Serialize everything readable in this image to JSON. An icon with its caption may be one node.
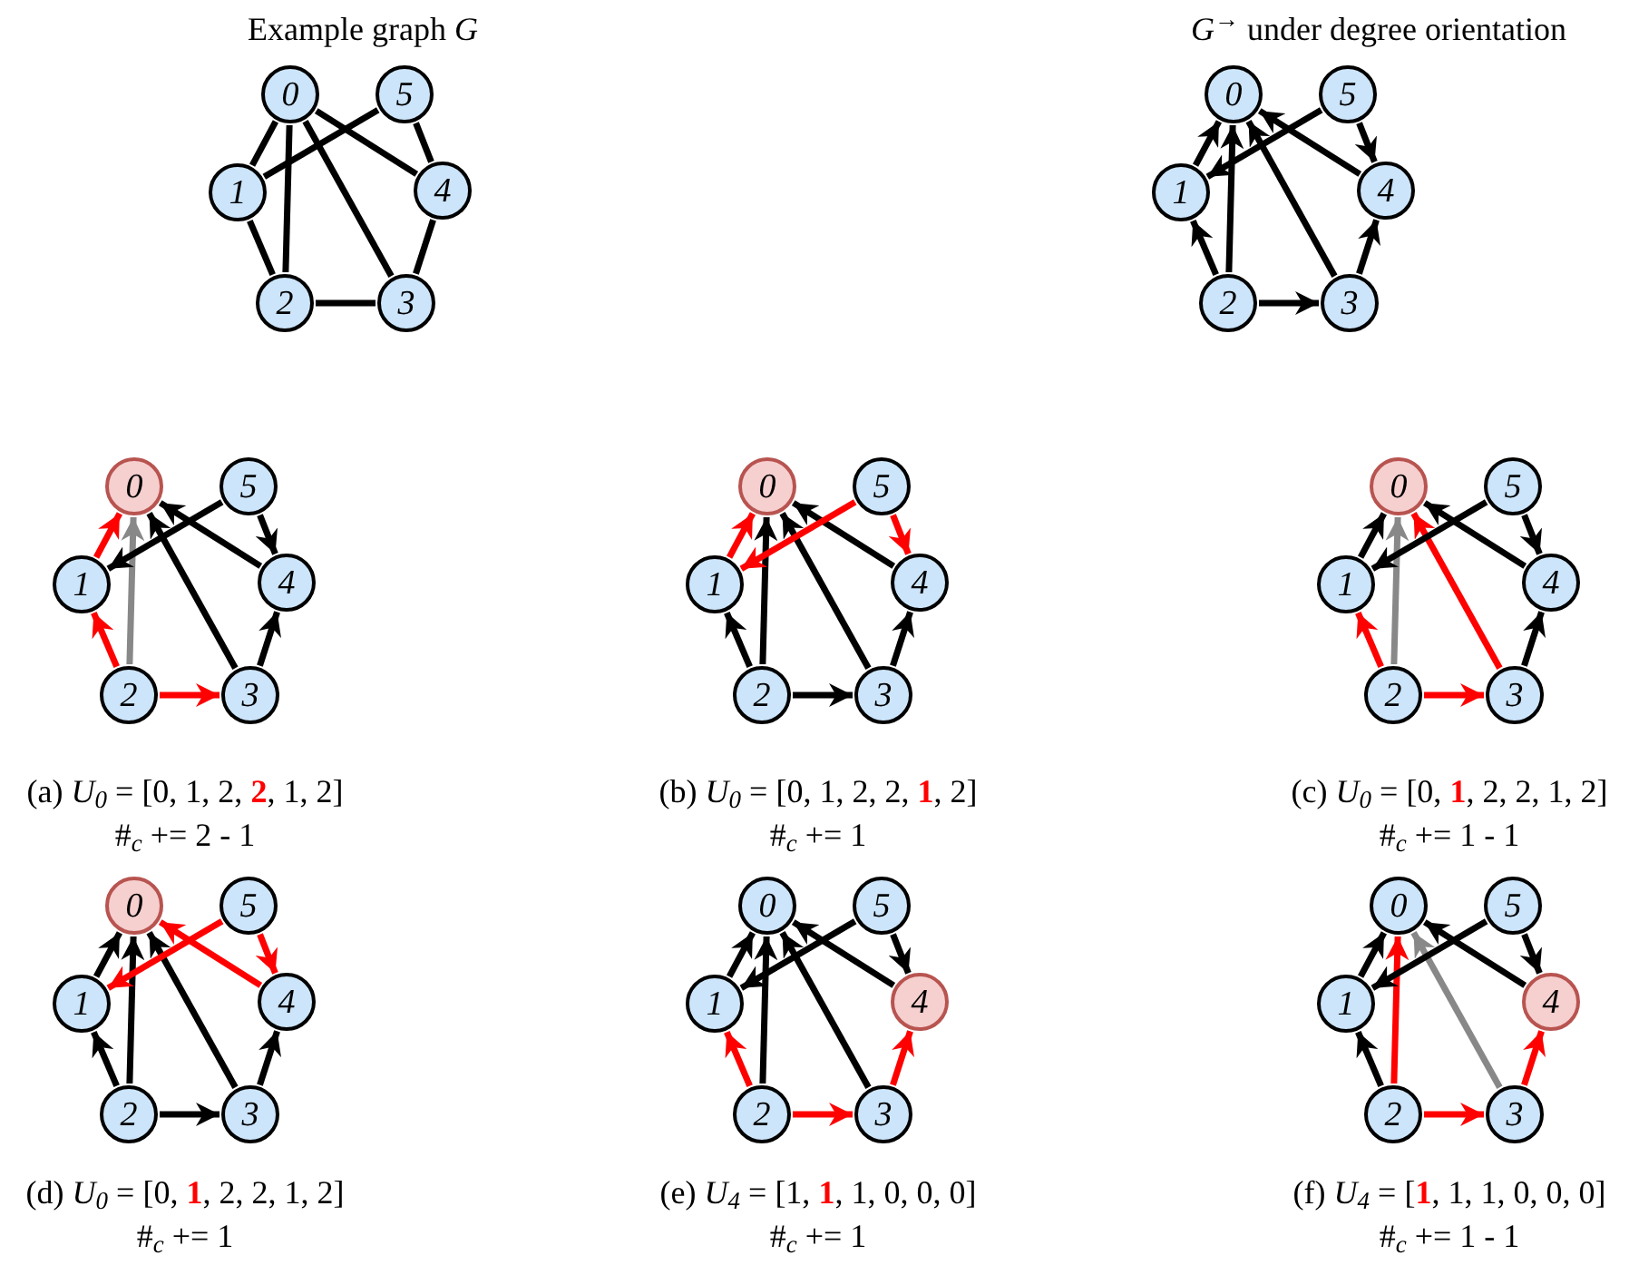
{
  "diagram": {
    "nodes": [
      {
        "text": [
          "0"
        ]
      },
      {
        "text": [
          "1"
        ]
      },
      {
        "text": [
          "2"
        ]
      },
      {
        "text": [
          "3"
        ]
      },
      {
        "text": [
          "4"
        ]
      },
      {
        "text": [
          "5"
        ]
      },
      {
        "text": [
          "0"
        ]
      },
      {
        "text": [
          "1"
        ]
      },
      {
        "text": [
          "2"
        ]
      },
      {
        "text": [
          "3"
        ]
      },
      {
        "text": [
          "4"
        ]
      },
      {
        "text": [
          "5"
        ]
      },
      {
        "text": [
          "0"
        ]
      },
      {
        "text": [
          "1"
        ]
      },
      {
        "text": [
          "2"
        ]
      },
      {
        "text": [
          "3"
        ]
      },
      {
        "text": [
          "4"
        ]
      },
      {
        "text": [
          "5"
        ]
      },
      {
        "text": [
          "0"
        ]
      },
      {
        "text": [
          "1"
        ]
      },
      {
        "text": [
          "2"
        ]
      },
      {
        "text": [
          "3"
        ]
      },
      {
        "text": [
          "4"
        ]
      },
      {
        "text": [
          "5"
        ]
      },
      {
        "text": [
          "0"
        ]
      },
      {
        "text": [
          "1"
        ]
      },
      {
        "text": [
          "2"
        ]
      },
      {
        "text": [
          "3"
        ]
      },
      {
        "text": [
          "4"
        ]
      },
      {
        "text": [
          "5"
        ]
      },
      {
        "text": [
          "0"
        ]
      },
      {
        "text": [
          "1"
        ]
      },
      {
        "text": [
          "2"
        ]
      },
      {
        "text": [
          "3"
        ]
      },
      {
        "text": [
          "4"
        ]
      },
      {
        "text": [
          "5"
        ]
      },
      {
        "text": [
          "0"
        ]
      },
      {
        "text": [
          "1"
        ]
      },
      {
        "text": [
          "2"
        ]
      },
      {
        "text": [
          "3"
        ]
      },
      {
        "text": [
          "4"
        ]
      },
      {
        "text": [
          "5"
        ]
      },
      {
        "text": [
          "0"
        ]
      },
      {
        "text": [
          "1"
        ]
      },
      {
        "text": [
          "2"
        ]
      },
      {
        "text": [
          "3"
        ]
      },
      {
        "text": [
          "4"
        ]
      },
      {
        "text": [
          "5"
        ]
      }
    ],
    "edges": [
      {
        "from": 0,
        "to": 1,
        "arrow": "none"
      },
      {
        "from": 0,
        "to": 2,
        "arrow": "none"
      },
      {
        "from": 0,
        "to": 3,
        "arrow": "none"
      },
      {
        "from": 0,
        "to": 4,
        "arrow": "none"
      },
      {
        "from": 1,
        "to": 5,
        "arrow": "none"
      },
      {
        "from": 1,
        "to": 2,
        "arrow": "none"
      },
      {
        "from": 2,
        "to": 3,
        "arrow": "none"
      },
      {
        "from": 3,
        "to": 4,
        "arrow": "none"
      },
      {
        "from": 4,
        "to": 5,
        "arrow": "none"
      },
      {
        "from": 7,
        "to": 6,
        "arrow": "to"
      },
      {
        "from": 8,
        "to": 6,
        "arrow": "to"
      },
      {
        "from": 9,
        "to": 6,
        "arrow": "to"
      },
      {
        "from": 10,
        "to": 6,
        "arrow": "to"
      },
      {
        "from": 11,
        "to": 7,
        "arrow": "to"
      },
      {
        "from": 8,
        "to": 7,
        "arrow": "to"
      },
      {
        "from": 8,
        "to": 9,
        "arrow": "to"
      },
      {
        "from": 9,
        "to": 10,
        "arrow": "to"
      },
      {
        "from": 11,
        "to": 10,
        "arrow": "to"
      },
      {
        "from": 13,
        "to": 12,
        "arrow": "to",
        "color": "#ff0000"
      },
      {
        "from": 14,
        "to": 12,
        "arrow": "to",
        "color": "#888888"
      },
      {
        "from": 15,
        "to": 12,
        "arrow": "to"
      },
      {
        "from": 16,
        "to": 12,
        "arrow": "to"
      },
      {
        "from": 17,
        "to": 13,
        "arrow": "to"
      },
      {
        "from": 14,
        "to": 13,
        "arrow": "to",
        "color": "#ff0000"
      },
      {
        "from": 14,
        "to": 15,
        "arrow": "to",
        "color": "#ff0000"
      },
      {
        "from": 15,
        "to": 16,
        "arrow": "to"
      },
      {
        "from": 17,
        "to": 16,
        "arrow": "to"
      },
      {
        "from": 19,
        "to": 18,
        "arrow": "to",
        "color": "#ff0000"
      },
      {
        "from": 20,
        "to": 18,
        "arrow": "to"
      },
      {
        "from": 21,
        "to": 18,
        "arrow": "to"
      },
      {
        "from": 22,
        "to": 18,
        "arrow": "to"
      },
      {
        "from": 23,
        "to": 19,
        "arrow": "to",
        "color": "#ff0000"
      },
      {
        "from": 20,
        "to": 19,
        "arrow": "to"
      },
      {
        "from": 20,
        "to": 21,
        "arrow": "to"
      },
      {
        "from": 21,
        "to": 22,
        "arrow": "to"
      },
      {
        "from": 23,
        "to": 22,
        "arrow": "to",
        "color": "#ff0000"
      },
      {
        "from": 25,
        "to": 24,
        "arrow": "to"
      },
      {
        "from": 26,
        "to": 24,
        "arrow": "to",
        "color": "#888888"
      },
      {
        "from": 27,
        "to": 24,
        "arrow": "to",
        "color": "#ff0000"
      },
      {
        "from": 28,
        "to": 24,
        "arrow": "to"
      },
      {
        "from": 29,
        "to": 25,
        "arrow": "to"
      },
      {
        "from": 26,
        "to": 25,
        "arrow": "to",
        "color": "#ff0000"
      },
      {
        "from": 26,
        "to": 27,
        "arrow": "to",
        "color": "#ff0000"
      },
      {
        "from": 27,
        "to": 28,
        "arrow": "to"
      },
      {
        "from": 29,
        "to": 28,
        "arrow": "to"
      },
      {
        "from": 31,
        "to": 30,
        "arrow": "to"
      },
      {
        "from": 32,
        "to": 30,
        "arrow": "to"
      },
      {
        "from": 33,
        "to": 30,
        "arrow": "to"
      },
      {
        "from": 34,
        "to": 30,
        "arrow": "to",
        "color": "#ff0000"
      },
      {
        "from": 35,
        "to": 31,
        "arrow": "to",
        "color": "#ff0000"
      },
      {
        "from": 32,
        "to": 31,
        "arrow": "to"
      },
      {
        "from": 32,
        "to": 33,
        "arrow": "to"
      },
      {
        "from": 33,
        "to": 34,
        "arrow": "to"
      },
      {
        "from": 35,
        "to": 34,
        "arrow": "to",
        "color": "#ff0000"
      },
      {
        "from": 37,
        "to": 36,
        "arrow": "to"
      },
      {
        "from": 38,
        "to": 36,
        "arrow": "to"
      },
      {
        "from": 39,
        "to": 36,
        "arrow": "to"
      },
      {
        "from": 40,
        "to": 36,
        "arrow": "to"
      },
      {
        "from": 41,
        "to": 37,
        "arrow": "to"
      },
      {
        "from": 38,
        "to": 37,
        "arrow": "to",
        "color": "#ff0000"
      },
      {
        "from": 38,
        "to": 39,
        "arrow": "to",
        "color": "#ff0000"
      },
      {
        "from": 39,
        "to": 40,
        "arrow": "to",
        "color": "#ff0000"
      },
      {
        "from": 41,
        "to": 40,
        "arrow": "to"
      },
      {
        "from": 43,
        "to": 42,
        "arrow": "to"
      },
      {
        "from": 44,
        "to": 42,
        "arrow": "to",
        "color": "#ff0000"
      },
      {
        "from": 45,
        "to": 42,
        "arrow": "to",
        "color": "#888888"
      },
      {
        "from": 46,
        "to": 42,
        "arrow": "to"
      },
      {
        "from": 47,
        "to": 43,
        "arrow": "to"
      },
      {
        "from": 44,
        "to": 43,
        "arrow": "to"
      },
      {
        "from": 44,
        "to": 45,
        "arrow": "to",
        "color": "#ff0000"
      },
      {
        "from": 45,
        "to": 46,
        "arrow": "to",
        "color": "#ff0000"
      },
      {
        "from": 47,
        "to": 46,
        "arrow": "to"
      }
    ],
    "labels": [
      "Example graph *G*",
      "*G*$^{→}$ under degree orientation",
      "(a) *U*$_{0}$ = [0, 1, 2, **2**, 1, 2]",
      "#$_{c}$ += 2 - 1",
      "(b) *U*$_{0}$ = [0, 1, 2, 2, **1**, 2]",
      "#$_{c}$ += 1",
      "(c) *U*$_{0}$ = [0, **1**, 2, 2, 1, 2]",
      "#$_{c}$ += 1 - 1",
      "(d) *U*$_{0}$ = [0, **1**, 2, 2, 1, 2]",
      "#$_{c}$ += 1",
      "(e) *U*$_{4}$ = [1, **1**, 1, 0, 0, 0]",
      "#$_{c}$ += 1",
      "(f) *U*$_{4}$ = [**1**, 1, 1, 0, 0, 0]",
      "#$_{c}$ += 1 - 1"
    ]
  }
}
